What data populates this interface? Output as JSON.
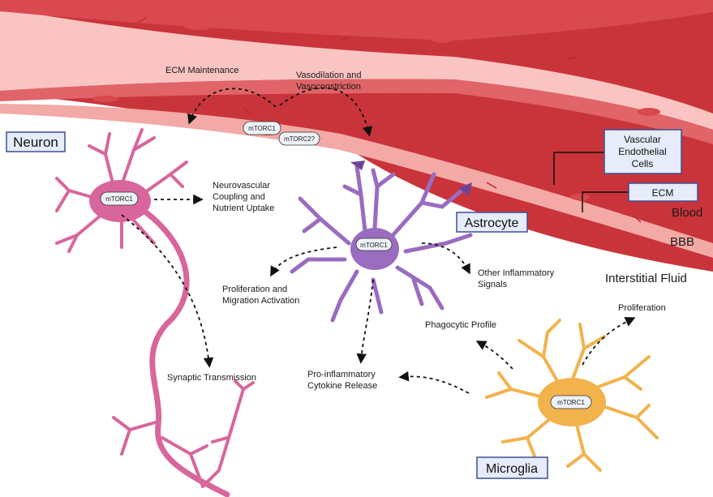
{
  "boxes": {
    "neuron": "Neuron",
    "astrocyte": "Astrocyte",
    "microglia": "Microglia",
    "vascular_endothelial_cells": [
      "Vascular",
      "Endothelial",
      "Cells"
    ],
    "ecm": "ECM"
  },
  "regions": {
    "blood": "Blood",
    "bbb": "BBB",
    "interstitial_fluid": "Interstitial Fluid"
  },
  "pills": {
    "endo_mtorc1": "mTORC1",
    "endo_mtorc2": "mTORC2?",
    "neuron_mtorc1": "mTORC1",
    "astro_mtorc1": "mTORC1",
    "micro_mtorc1": "mTORC1"
  },
  "labels": {
    "ecm_maintenance": "ECM Maintenance",
    "vasodilation": [
      "Vasodilation and",
      "Vasoconstriction"
    ],
    "neurovascular": [
      "Neurovascular",
      "Coupling and",
      "Nutrient Uptake"
    ],
    "synaptic": "Synaptic Transmission",
    "proliferation_migration": [
      "Proliferation and",
      "Migration Activation"
    ],
    "other_inflammatory": [
      "Other Inflammatory",
      "Signals"
    ],
    "pro_inflammatory": [
      "Pro-inflammatory",
      "Cytokine Release"
    ],
    "phagocytic": "Phagocytic Profile",
    "proliferation": "Proliferation"
  },
  "colors": {
    "vessel_outer": "#c9343a",
    "vessel_lumen": "#f9c4c2",
    "endothelial": "#e06468",
    "nucleus": "#d8484c",
    "neuron": "#d8669c",
    "neuron_dark": "#b8447c",
    "astrocyte": "#9a6cc0",
    "astrocyte_dark": "#6e4496",
    "microglia": "#f2b24c",
    "microglia_dark": "#d8902a",
    "box_fill": "#e6ecfa",
    "box_border": "#3c4f96",
    "pill_fill": "#eef2f8"
  }
}
